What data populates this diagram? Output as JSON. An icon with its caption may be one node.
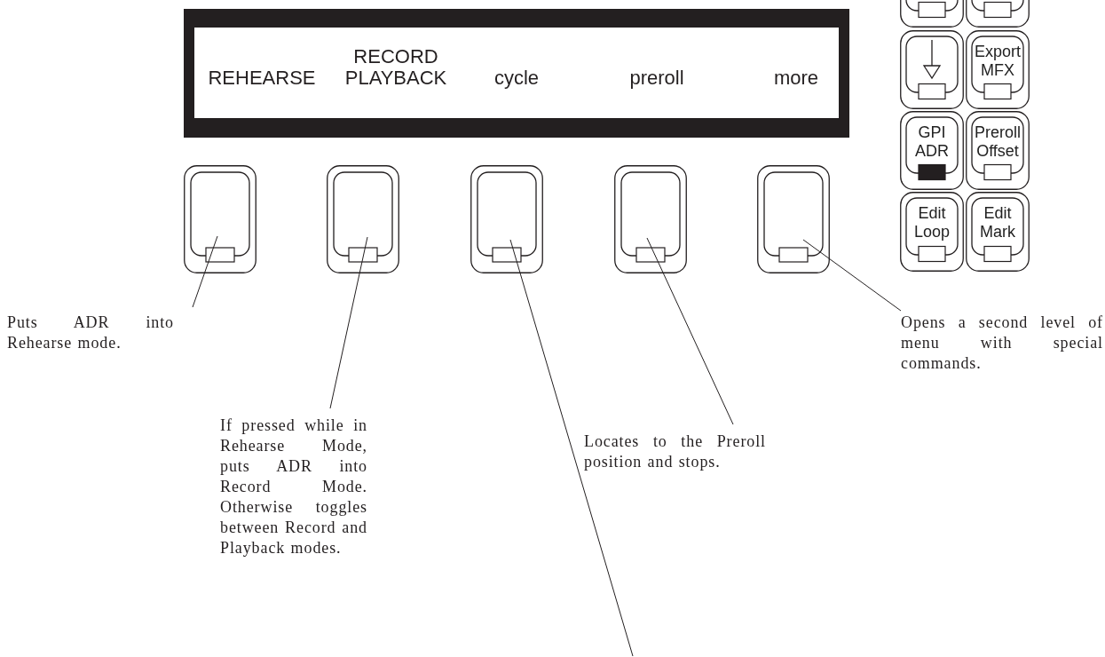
{
  "diagram": {
    "nodes": [
      {
        "text": [
          "REHEARSE",
          "RECORD PLAYBACK",
          "cycle",
          "preroll",
          "more"
        ]
      },
      {
        "text": [],
        "shape": "box"
      },
      {
        "text": [],
        "shape": "box"
      },
      {
        "text": [],
        "shape": "box"
      },
      {
        "text": [
          "Export MFX"
        ]
      },
      {
        "text": [
          "GPI ADR"
        ]
      },
      {
        "text": [
          "Preroll Offset"
        ]
      },
      {
        "text": [],
        "shape": "box"
      },
      {
        "text": [],
        "shape": "box"
      },
      {
        "text": [],
        "shape": "box"
      },
      {
        "text": [],
        "shape": "box"
      },
      {
        "text": [],
        "shape": "box"
      },
      {
        "text": [
          "Edit Loop"
        ]
      },
      {
        "text": [
          "Edit Mark"
        ]
      },
      {
        "text": [
          "Opens a second level of menu with special commands."
        ]
      },
      {
        "text": [
          "Puts ADR into Rehearse mode."
        ]
      },
      {
        "text": [
          "If pressed while in Rehearse Mode, puts ADR into Record Mode. Otherwise toggles between Record and Playback modes."
        ]
      },
      {
        "text": [
          "Locates to the Preroll position and stops."
        ]
      }
    ],
    "edges": [
      {
        "from": 14,
        "to": 11,
        "arrow": "none"
      },
      {
        "from": 15,
        "to": 7,
        "arrow": "none"
      },
      {
        "from": 16,
        "to": 8,
        "arrow": "none"
      },
      {
        "from": null,
        "to": 9,
        "arrow": "none"
      },
      {
        "from": 17,
        "to": 10,
        "arrow": "none"
      }
    ]
  }
}
